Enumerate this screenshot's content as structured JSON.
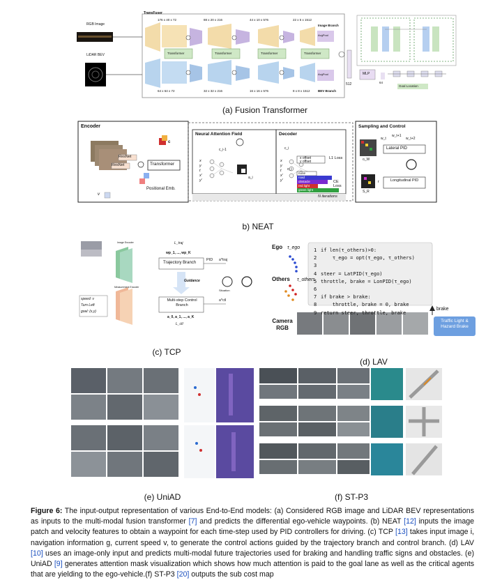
{
  "panels": {
    "a": {
      "caption": "(a) Fusion Transformer",
      "title": "TransFuser",
      "input_rgb": "RGB Image",
      "input_lidar": "LiDAR BEV",
      "dims_top": [
        "176 x 40 x 72",
        "88 x 20 x 216",
        "44 x 10 x 576",
        "22 x 5 x 1512"
      ],
      "dims_bottom": [
        "64 x 64 x 72",
        "32 x 32 x 216",
        "16 x 16 x 576",
        "8 x 8 x 1512"
      ],
      "transformer_label": "Transformer",
      "image_branch": "Image Branch",
      "bev_branch": "BEV Branch",
      "avgpool": "AvgPool",
      "dim_512": "512",
      "mlp": "MLP",
      "dim_64": "64",
      "goal_location": "Goal Location"
    },
    "b": {
      "caption": "b) NEAT",
      "encoder": "Encoder",
      "resnet1": "ResNet",
      "resnet2": "ResNet",
      "transformer": "Transformer",
      "positional": "Positional Emb.",
      "v": "v",
      "c": "c",
      "naf": "Neural Attention Field",
      "decoder": "Decoder",
      "c_i1": "c_i-1",
      "c_i": "c_i",
      "a_i": "a_i",
      "o_i": "o_i",
      "inputs": [
        "x",
        "y",
        "t",
        "x'",
        "y'"
      ],
      "x_offset": "x offset",
      "y_offset": "y offset",
      "l1_loss": "L1 Loss",
      "ce_loss": "CE Loss",
      "classes": [
        "none",
        "road",
        "obstacle",
        "red light",
        "green light"
      ],
      "n_iterations": "N iterations",
      "sampling": "Sampling and Control",
      "wt1": "w_t+1",
      "wt2": "w_t+2",
      "wt": "w_t",
      "ow": "o_W",
      "sr": "S_R",
      "r": "r",
      "lateral_pid": "Lateral PID",
      "longitudinal_pid": "Longitudinal PID"
    },
    "c": {
      "caption": "(c) TCP",
      "image_encoder": "Image Encoder",
      "measurement_encoder": "Measurement Encoder",
      "meas_inputs": [
        "speed: v",
        "Turn Left",
        "goal: (x,y)"
      ],
      "l_traj": "L_traj",
      "wp": "wp_1, ..., wp_K",
      "trajectory_branch": "Trajectory Branch",
      "guidance": "Guidance",
      "control_branch": "Multi-step Control Branch",
      "a_seq": "a_0, a_1, ..., a_K",
      "l_ctl": "L_ctl",
      "pid": "PID",
      "a_traj": "a^traj",
      "a_ctl": "a^ctl",
      "situation": "Situation"
    },
    "d": {
      "caption": "(d) LAV",
      "ego": "Ego",
      "ego_tau": "τ_ego",
      "others": "Others",
      "others_tau": "τ_others",
      "camera": "Camera RGB",
      "brake_label": "brake",
      "traffic_light": "Traffic Light & Hazard Brake",
      "code_lines": [
        {
          "n": "1",
          "t": "if len(τ_others)>0:"
        },
        {
          "n": "2",
          "t": "    τ_ego = opt(τ_ego, τ_others)"
        },
        {
          "n": "3",
          "t": ""
        },
        {
          "n": "4",
          "t": "steer = LatPID(τ_ego)"
        },
        {
          "n": "5",
          "t": "throttle, brake = LonPID(τ_ego)"
        },
        {
          "n": "6",
          "t": ""
        },
        {
          "n": "7",
          "t": "if brake > brake:"
        },
        {
          "n": "8",
          "t": "    throttle, brake = 0, brake"
        },
        {
          "n": "9",
          "t": "return steer, throttle, brake"
        }
      ]
    },
    "e": {
      "caption": "(e) UniAD"
    },
    "f": {
      "caption": "(f) ST-P3"
    }
  },
  "figure": {
    "label": "Figure 6:",
    "segments": [
      " The input-output representation of various End-to-End models: (a) Considered RGB image and LiDAR BEV representations as inputs to the multi-modal fusion transformer ",
      "[7]",
      " and predicts the differential ego-vehicle waypoints. (b) NEAT ",
      "[12]",
      " inputs the image patch and velocity features to obtain a waypoint for each time-step used by PID controllers for driving. (c) TCP ",
      "[13]",
      " takes input image i, navigation information g, current speed v, to generate the control actions guided by the trajectory branch and control branch. (d) LAV ",
      "[10]",
      " uses an image-only input and predicts multi-modal future trajectories used for braking and handling traffic signs and obstacles. (e) UniAD ",
      "[9]",
      " generates attention mask visualization which shows how much attention is paid to the goal lane as well as the critical agents that are yielding to the ego-vehicle.(f) ST-P3 ",
      "[20]",
      " outputs the sub cost map"
    ]
  },
  "colors": {
    "link": "#1a4fbf",
    "teal": "#a8d8c0",
    "peach": "#f6d2b4",
    "blue_box": "#6d9fe0"
  }
}
